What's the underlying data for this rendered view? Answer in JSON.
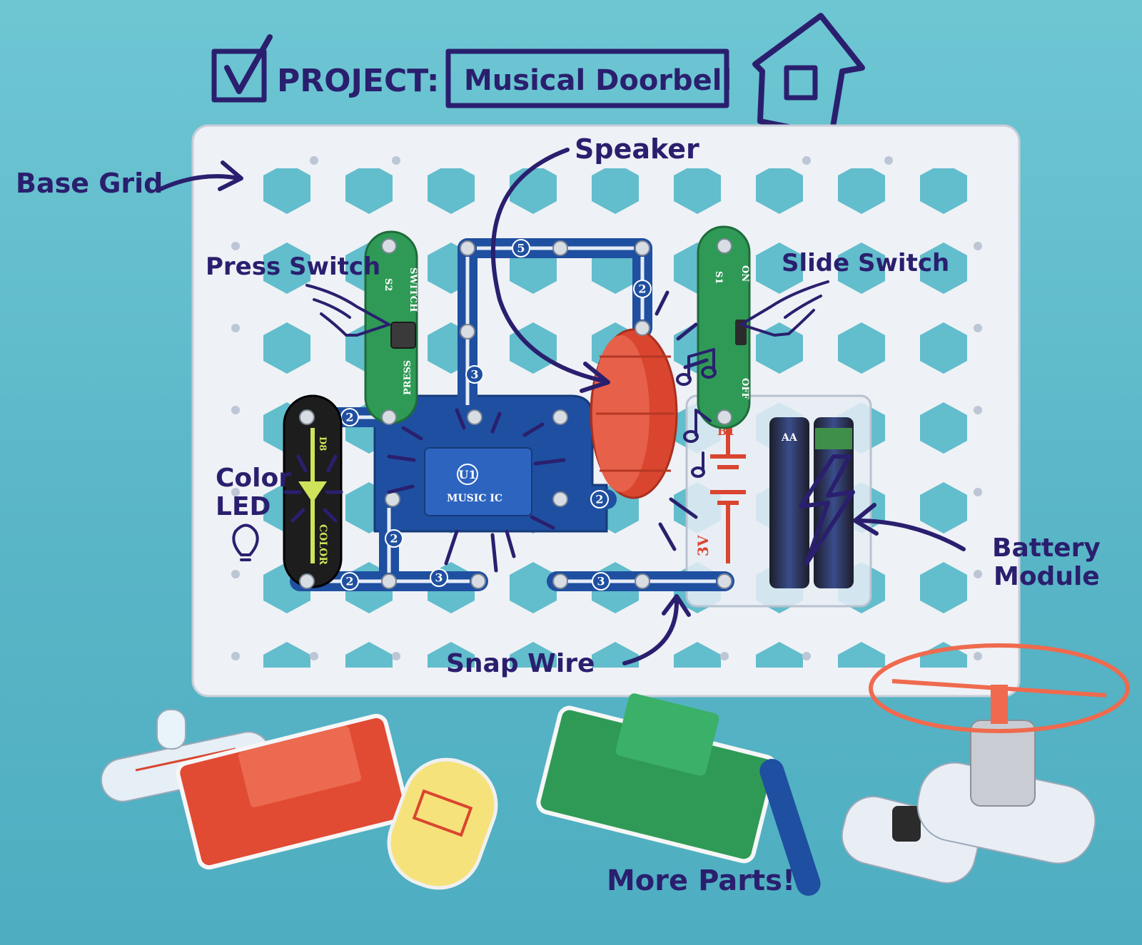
{
  "header": {
    "project_label": "PROJECT:",
    "project_name": "Musical Doorbell"
  },
  "callouts": {
    "base_grid": "Base Grid",
    "speaker": "Speaker",
    "press_switch": "Press Switch",
    "slide_switch": "Slide Switch",
    "color_led_line1": "Color",
    "color_led_line2": "LED",
    "battery_line1": "Battery",
    "battery_line2": "Module",
    "snap_wire": "Snap Wire",
    "more_parts": "More Parts!"
  },
  "components": {
    "music_ic_id": "U1",
    "music_ic_name": "MUSIC IC",
    "press_switch_id": "S2",
    "press_switch_top": "SWITCH",
    "press_switch_bottom": "PRESS",
    "slide_switch_id": "S1",
    "slide_switch_on": "ON",
    "slide_switch_off": "OFF",
    "led_id": "D8",
    "led_text": "COLOR",
    "battery_id": "B1",
    "battery_voltage": "3V",
    "battery_cell": "AA"
  },
  "wires": {
    "w5": "5",
    "w2_top": "2",
    "w3_ic": "3",
    "w2_left": "2",
    "w2_ic": "2",
    "w2_v": "2",
    "w2_bottom": "2",
    "w3_bottom1": "3",
    "w3_bottom2": "3"
  },
  "colors": {
    "background": "#5fbccb",
    "ink": "#2a1f6e",
    "snap_blue": "#1f4fa0",
    "board": "#eef1f6",
    "speaker_red": "#d9452f",
    "switch_green": "#2f9a56"
  }
}
